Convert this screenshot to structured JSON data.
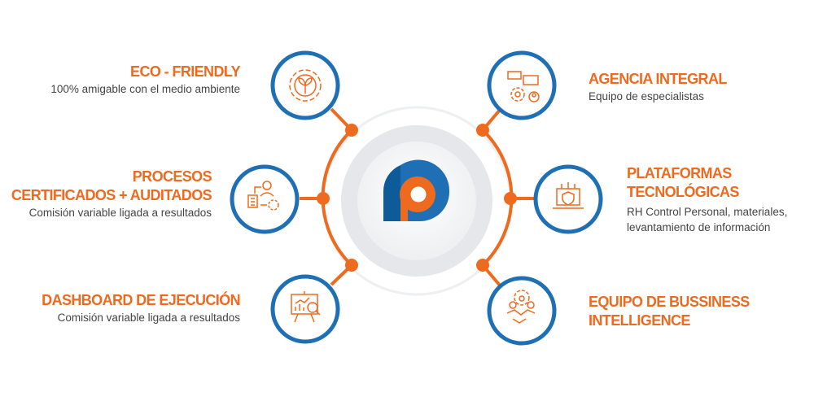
{
  "colors": {
    "accent": "#ee6a1f",
    "blue": "#1f6fb5",
    "text": "#444444"
  },
  "items": [
    {
      "title": "ECO - FRIENDLY",
      "desc": "100% amigable con el medio ambiente",
      "icon": "eco-gear-icon"
    },
    {
      "title_lines": [
        "PROCESOS",
        "CERTIFICADOS + AUDITADOS"
      ],
      "desc": "Comisión variable ligada a resultados",
      "icon": "process-workflow-icon"
    },
    {
      "title": "DASHBOARD DE EJECUCIÓN",
      "desc": "Comisión variable ligada a resultados",
      "icon": "dashboard-presentation-icon"
    },
    {
      "title": "AGENCIA INTEGRAL",
      "desc": "Equipo de especialistas",
      "icon": "team-chat-gear-icon"
    },
    {
      "title_lines": [
        "PLATAFORMAS",
        "TECNOLÓGICAS"
      ],
      "desc_lines": [
        "RH Control Personal, materiales,",
        "levantamiento de información"
      ],
      "icon": "laptop-shield-icon"
    },
    {
      "title_lines": [
        "EQUIPO DE BUSSINESS",
        "INTELLIGENCE"
      ],
      "icon": "handshake-team-icon"
    }
  ]
}
